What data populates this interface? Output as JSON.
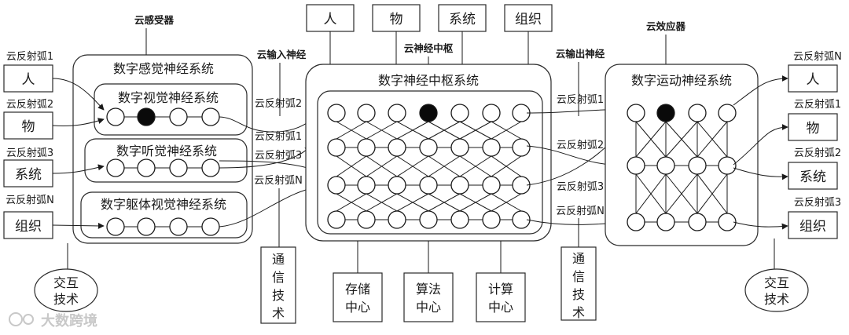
{
  "top_labels": {
    "cloud_sensor": "云感受器",
    "cloud_input_nerve": "云输入神经",
    "cloud_center": "云神经中枢",
    "cloud_output_nerve": "云输出神经",
    "cloud_effector": "云效应器"
  },
  "top_entities": [
    "人",
    "物",
    "系统",
    "组织"
  ],
  "panels": {
    "sensory": "数字感觉神经系统",
    "visual": "数字视觉神经系统",
    "auditory": "数字听觉神经系统",
    "body": "数字躯体视觉神经系统",
    "central": "数字神经中枢系统",
    "motor": "数字运动神经系统"
  },
  "left_inputs": [
    {
      "arc": "云反射弧1",
      "label": "人"
    },
    {
      "arc": "云反射弧2",
      "label": "物"
    },
    {
      "arc": "云反射弧3",
      "label": "系统"
    },
    {
      "arc": "云反射弧N",
      "label": "组织"
    }
  ],
  "right_outputs": [
    {
      "arc": "云反射弧N",
      "label": "人"
    },
    {
      "arc": "云反射弧1",
      "label": "物"
    },
    {
      "arc": "云反射弧2",
      "label": "系统"
    },
    {
      "arc": "云反射弧3",
      "label": "组织"
    }
  ],
  "mid_arcs_left": [
    "云反射弧2",
    "云反射弧1",
    "云反射弧3",
    "云反射弧N"
  ],
  "mid_arcs_right": [
    "云反射弧1",
    "云反射弧2",
    "云反射弧3",
    "云反射弧N"
  ],
  "bottom": {
    "interaction_left": [
      "交互",
      "技术"
    ],
    "comm_left": [
      "通",
      "信",
      "技",
      "术"
    ],
    "storage": [
      "存储",
      "中心"
    ],
    "algorithm": [
      "算法",
      "中心"
    ],
    "compute": [
      "计算",
      "中心"
    ],
    "comm_right": [
      "通",
      "信",
      "技",
      "术"
    ],
    "interaction_right": [
      "交互",
      "技术"
    ]
  },
  "watermark": "大数跨境",
  "colors": {
    "line": "#1a1a1a",
    "active_node": "#0a0a0a",
    "watermark": "#c8c8c8"
  }
}
